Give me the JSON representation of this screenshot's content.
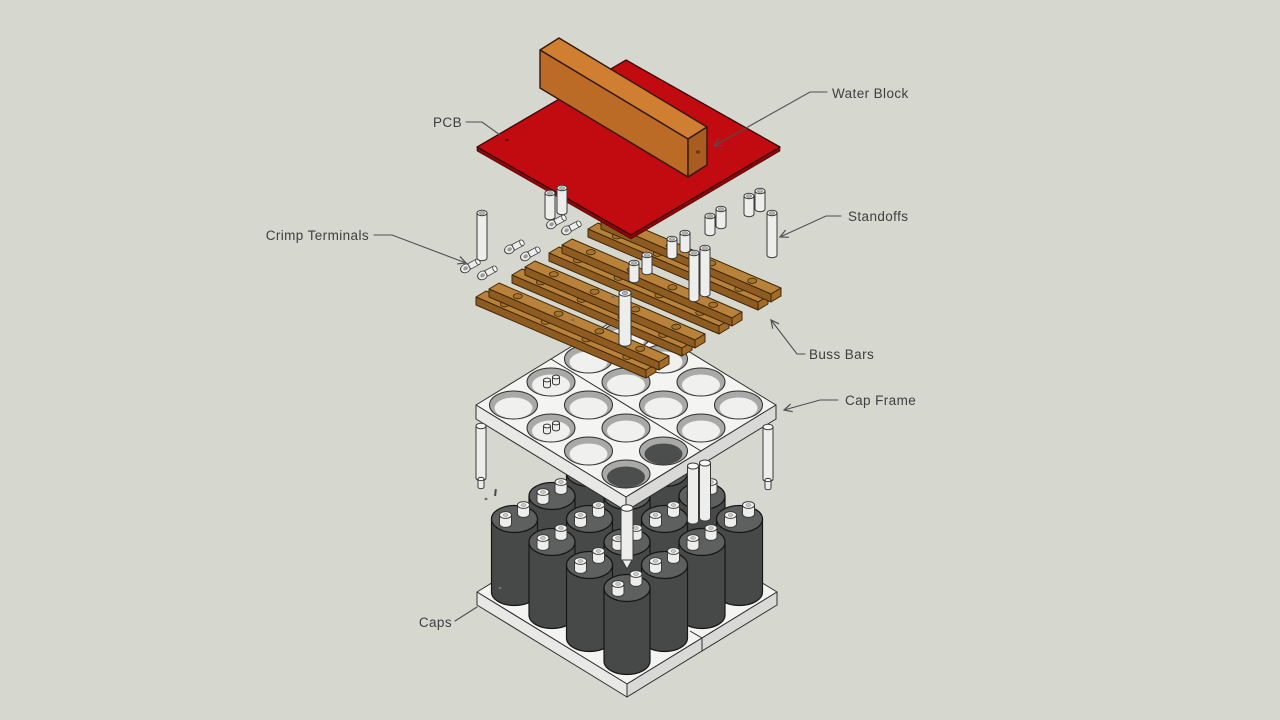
{
  "viewport": {
    "type": "exploded-assembly-view",
    "background": "#d6d8d0"
  },
  "labels": {
    "pcb": "PCB",
    "water_block": "Water Block",
    "standoffs": "Standoffs",
    "crimp_terminals": "Crimp Terminals",
    "buss_bars": "Buss Bars",
    "cap_frame": "Cap Frame",
    "caps": "Caps"
  },
  "colors": {
    "background": "#d6d8d0",
    "label_text": "#3e3e3e",
    "leader": "#4f4f4f",
    "pcb_top": "#c20b10",
    "pcb_edge": "#8c0608",
    "pcb_outline": "#3a0404",
    "pcb_dot": "#7c0506",
    "copper_top": "#d07e32",
    "copper_side": "#bc6b26",
    "copper_end": "#a95c1f",
    "copper_outline": "#33180a",
    "copper_dot": "#6b3a10",
    "bar_top": "#b9823a",
    "bar_side": "#8e5c20",
    "bar_end": "#a36a28",
    "bar_hole": "#a5742e",
    "bar_outline": "#3f2708",
    "white_top": "#f4f4f2",
    "white_side_left": "#e8e8e6",
    "white_side_right": "#d9d9d7",
    "white_outline": "#2f2f2f",
    "hole_wall": "#a9a9a7",
    "hole_floor": "#f0f0ee",
    "hole_dark": "#4c4e4d",
    "cap_top": "#5e605f",
    "cap_body": "#474948",
    "cap_outline": "#161616",
    "metal_body": "#ededeb",
    "metal_top": "#f8f8f6",
    "metal_inner": "#b5b5b3",
    "metal_hole": "#9a9a98",
    "metal_outline": "#3a3a3a",
    "terminal_dot": "#c9c9c7",
    "speck": "#6f6f68"
  }
}
